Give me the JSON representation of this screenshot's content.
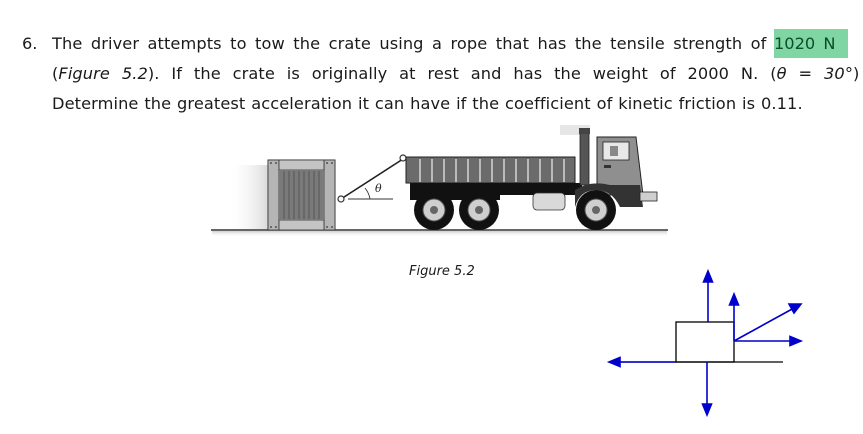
{
  "question": {
    "number": "6.",
    "line1_text": "The driver attempts to tow the crate using a rope that has the tensile strength of",
    "highlight_text": "1020 N",
    "line2_open": "(",
    "line2_figure_ref": "Figure 5.2",
    "line2_text": "). If the crate is originally at rest and has the weight of 2000 N. (",
    "line2_theta": "θ",
    "line2_equals": " = ",
    "line2_angle": "30°",
    "line2_close": ")",
    "line3_text": "Determine the greatest acceleration it can have if the coefficient of kinetic friction is 0.11."
  },
  "figure": {
    "caption": "Figure 5.2",
    "angle_label": "θ",
    "elements": [
      "crate",
      "rope",
      "dump-truck",
      "ground"
    ]
  },
  "free_body_diagram": {
    "arrow_color": "#0000cc",
    "arrows": [
      "up-normal",
      "up-rope-vertical-component",
      "diagonal-rope-tension",
      "right-rope-horizontal-component",
      "left-friction",
      "down-weight"
    ]
  },
  "colors": {
    "highlight_bg": "#7fd6a3",
    "highlight_text": "#0b4d2a",
    "body_text": "#1a1a1a"
  }
}
